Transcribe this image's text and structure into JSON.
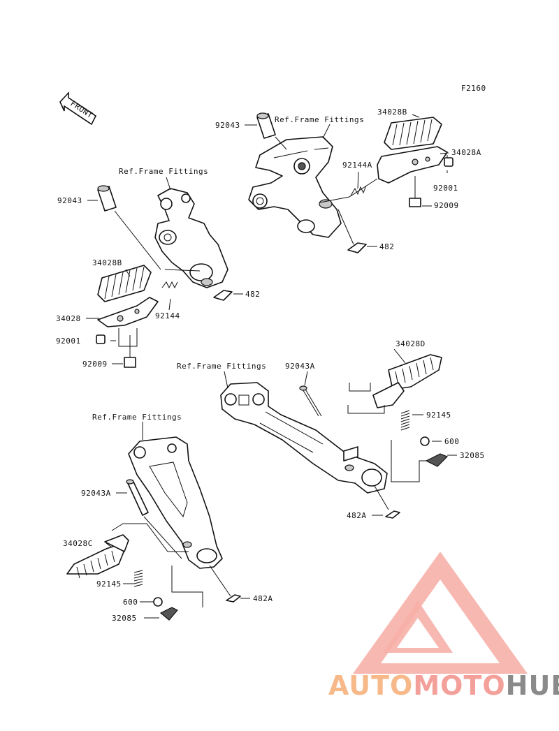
{
  "figure_code": "F2160",
  "front_label": "FRONT",
  "ref_labels": {
    "top_right": "Ref.Frame Fittings",
    "top_left": "Ref.Frame Fittings",
    "mid": "Ref.Frame Fittings",
    "bottom_left": "Ref.Frame Fittings"
  },
  "parts": {
    "tr_92043": "92043",
    "tr_34028B": "34028B",
    "tr_34028A": "34028A",
    "tr_92144A": "92144A",
    "tr_92001": "92001",
    "tr_92009": "92009",
    "tr_482": "482",
    "tl_92043": "92043",
    "tl_34028B": "34028B",
    "tl_34028": "34028",
    "tl_92001": "92001",
    "tl_92009": "92009",
    "tl_92144": "92144",
    "tl_482": "482",
    "mr_92043A": "92043A",
    "mr_34028D": "34028D",
    "mr_92145": "92145",
    "mr_600": "600",
    "mr_32085": "32085",
    "mr_482A": "482A",
    "bl_92043A": "92043A",
    "bl_34028C": "34028C",
    "bl_92145": "92145",
    "bl_600": "600",
    "bl_32085": "32085",
    "bl_482A": "482A"
  },
  "watermark": {
    "part1": "AUTO",
    "part2": "MOTO",
    "part3": "HUB",
    "colors": {
      "orange": "#f7b98a",
      "red": "#f4a09a",
      "gray": "#8a8a8a"
    }
  }
}
